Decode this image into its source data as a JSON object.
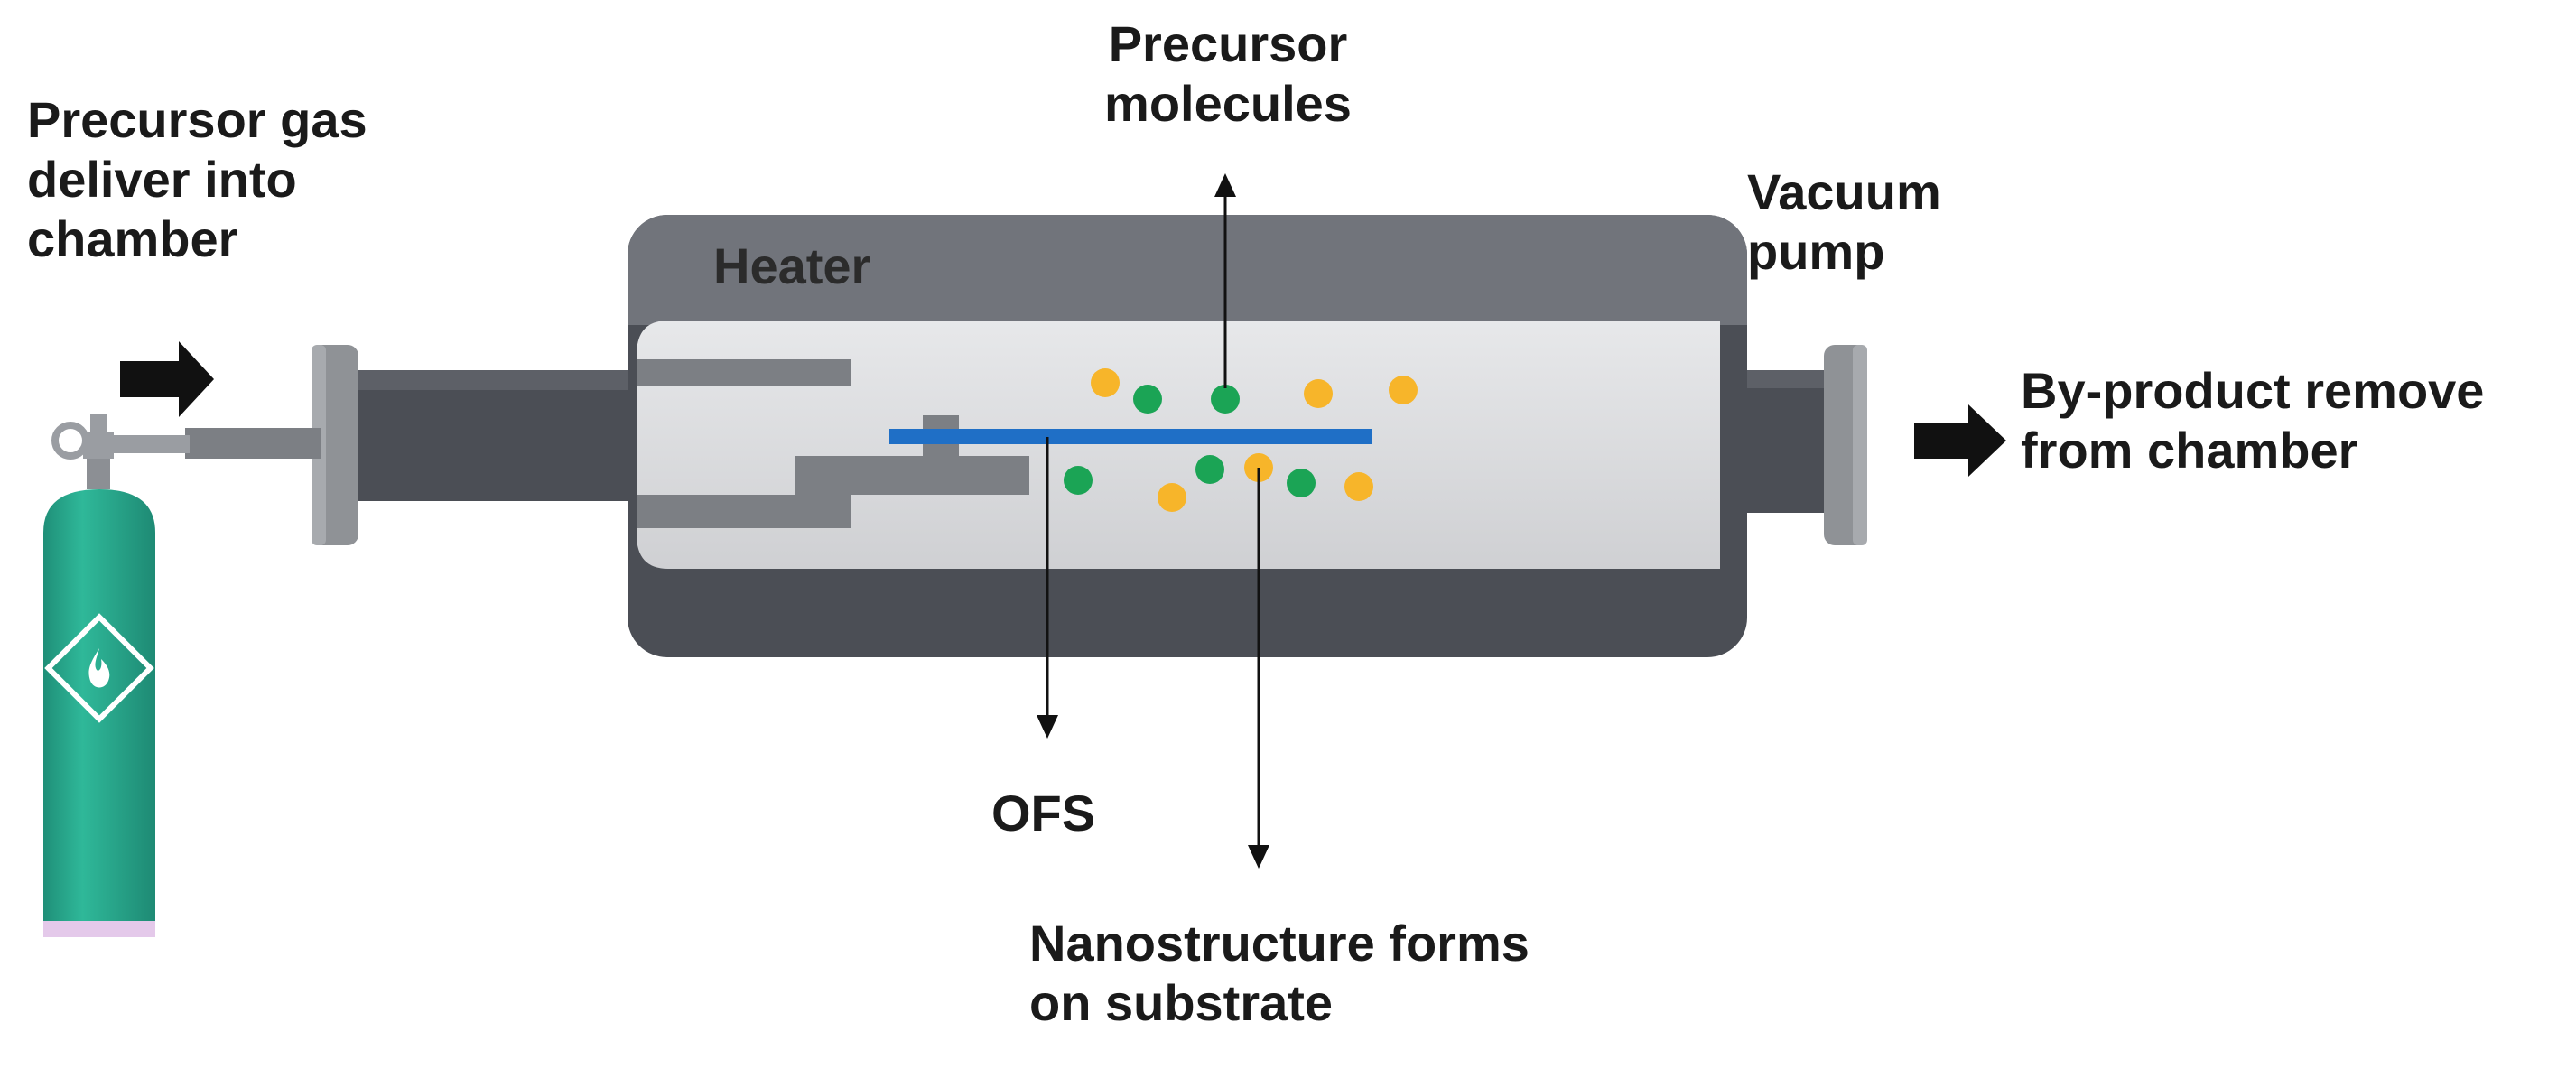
{
  "labels": {
    "gas_in": [
      "Precursor gas",
      "deliver into",
      "chamber"
    ],
    "heater": "Heater",
    "precursor": [
      "Precursor",
      "molecules"
    ],
    "vacuum": [
      "Vacuum",
      "pump"
    ],
    "byproduct": [
      "By-product remove",
      "from chamber"
    ],
    "ofs": "OFS",
    "nanostructure": [
      "Nanostructure forms",
      "on substrate"
    ]
  },
  "colors": {
    "tube_dark": "#4b4e55",
    "tube_top": "#71747b",
    "chamber_interior": "#d9dadc",
    "flange": "#8f9296",
    "substrate": "#1f6fc6",
    "molecule_green": "#1ba455",
    "molecule_yellow": "#f7b52a",
    "cylinder": "#27a88e",
    "cylinder_base": "#e4c9ea",
    "arrow": "#111111"
  },
  "icons": [
    "gas-cylinder-icon",
    "flame-icon",
    "valve-icon",
    "right-arrow-icon"
  ]
}
